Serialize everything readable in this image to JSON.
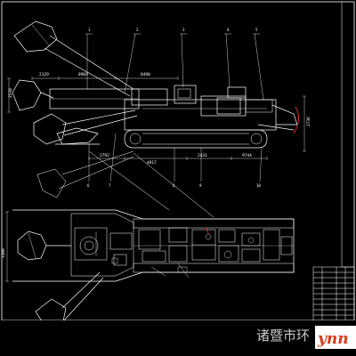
{
  "drawing": {
    "background": "#000000",
    "line_color": "#ffffff",
    "accent_color": "#ff3030",
    "watermark_bg": "#ffffff"
  },
  "dimensions": {
    "d_left_height": "2538",
    "d_top_1": "2129",
    "d_top_2": "8969",
    "d_top_3": "8490",
    "d_right_height": "2736",
    "d_bottom_1": "2792",
    "d_bottom_2": "4817",
    "d_bottom_3": "2431",
    "d_bottom_4": "9744",
    "d_plan_width": "3300"
  },
  "callouts": [
    "1",
    "2",
    "3",
    "4",
    "5",
    "6",
    "7",
    "8",
    "9",
    "10"
  ],
  "watermark": {
    "chinese": "诸暨市环",
    "brand": "ynn"
  }
}
